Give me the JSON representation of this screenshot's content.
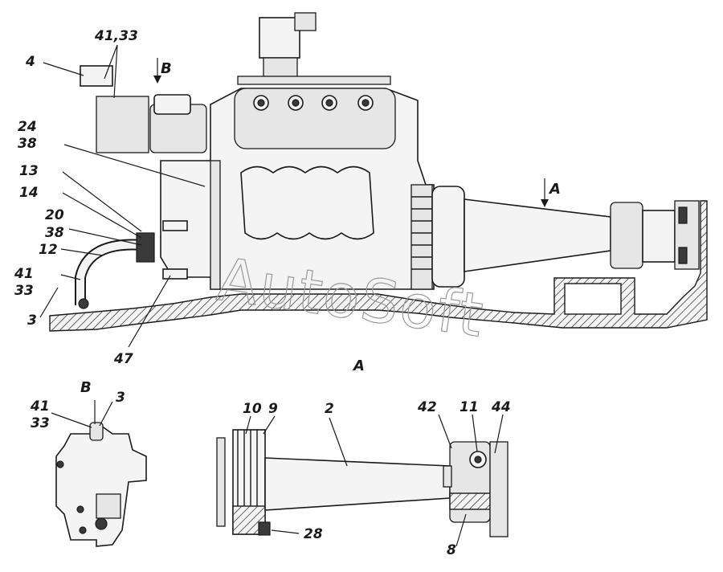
{
  "diagram": {
    "watermark": "AutoSoft",
    "view_labels": {
      "section_a": "A",
      "view_b_main": "B",
      "view_a_main": "A",
      "view_b_detail": "B"
    },
    "callouts": {
      "c_4": "4",
      "c_41_33_top": "41,33",
      "c_24": "24",
      "c_38_top": "38",
      "c_13": "13",
      "c_14": "14",
      "c_20": "20",
      "c_38_mid": "38",
      "c_12": "12",
      "c_41_left": "41",
      "c_33_left": "33",
      "c_3_left": "3",
      "c_47": "47",
      "c_41_b": "41",
      "c_33_b": "33",
      "c_3_b": "3",
      "c_10": "10",
      "c_9": "9",
      "c_2": "2",
      "c_28": "28",
      "c_42": "42",
      "c_11": "11",
      "c_44": "44",
      "c_8": "8"
    }
  }
}
